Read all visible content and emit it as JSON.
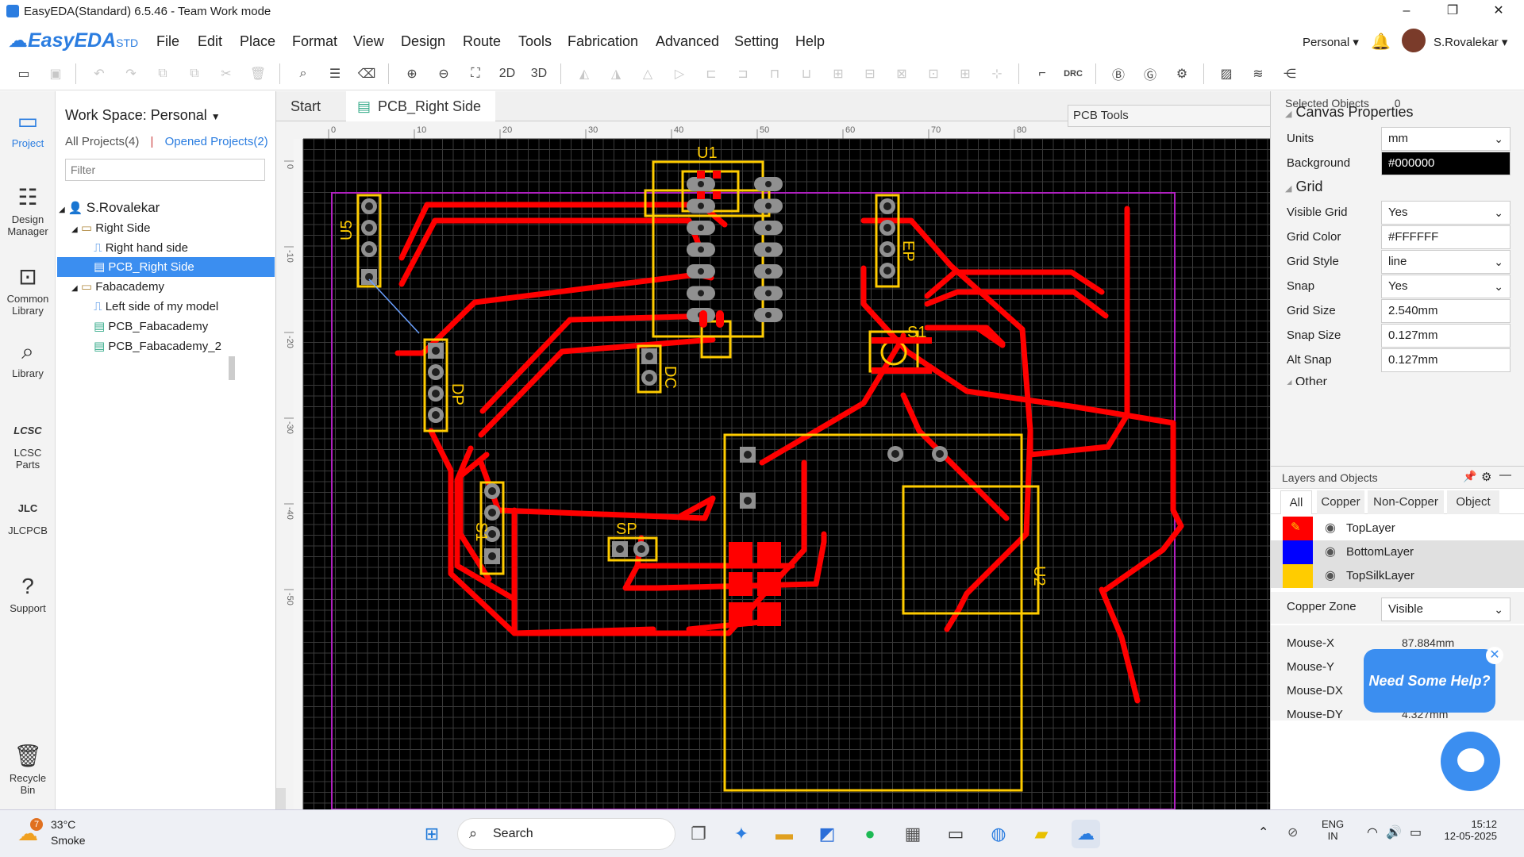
{
  "window": {
    "title": "EasyEDA(Standard) 6.5.46 - Team Work mode",
    "minimize": "–",
    "maximize": "❐",
    "close": "✕"
  },
  "menubar": {
    "logo": "EasyEDA",
    "logo_suffix": "STD",
    "items": [
      "File",
      "Edit",
      "Place",
      "Format",
      "View",
      "Design",
      "Route",
      "Tools",
      "Fabrication",
      "Advanced",
      "Setting",
      "Help"
    ],
    "team": "Personal ▾",
    "user": "S.Rovalekar ▾"
  },
  "toolbar": {
    "label_2d": "2D",
    "label_3d": "3D",
    "label_drc": "DRC"
  },
  "leftbar": [
    {
      "label": "Project",
      "icon": "project-icon"
    },
    {
      "label": "Design Manager",
      "icon": "design-manager-icon"
    },
    {
      "label": "Common Library",
      "icon": "common-library-icon"
    },
    {
      "label": "Library",
      "icon": "library-icon"
    },
    {
      "label": "LCSC Parts",
      "icon": "lcsc-icon"
    },
    {
      "label": "JLCPCB",
      "icon": "jlcpcb-icon"
    },
    {
      "label": "Support",
      "icon": "support-icon"
    },
    {
      "label": "Recycle Bin",
      "icon": "recycle-bin-icon"
    }
  ],
  "project_panel": {
    "workspace": "Work Space: Personal",
    "all_projects": "All Projects(4)",
    "separator": "|",
    "opened_projects": "Opened Projects(2)",
    "filter_placeholder": "Filter",
    "tree": [
      {
        "label": "S.Rovalekar",
        "level": 0,
        "type": "user"
      },
      {
        "label": "Right Side",
        "level": 1,
        "type": "folder"
      },
      {
        "label": "Right hand side",
        "level": 2,
        "type": "schematic"
      },
      {
        "label": "PCB_Right Side",
        "level": 2,
        "type": "pcb",
        "selected": true
      },
      {
        "label": "Fabacademy",
        "level": 1,
        "type": "folder"
      },
      {
        "label": "Left side of my model",
        "level": 2,
        "type": "schematic"
      },
      {
        "label": "PCB_Fabacademy",
        "level": 2,
        "type": "pcb"
      },
      {
        "label": "PCB_Fabacademy_2",
        "level": 2,
        "type": "pcb"
      }
    ]
  },
  "doc_tabs": [
    {
      "label": "Start"
    },
    {
      "label": "PCB_Right Side",
      "active": true
    }
  ],
  "pcb_tools": {
    "title": "PCB Tools"
  },
  "ruler": {
    "top": [
      "0",
      "10",
      "20",
      "30",
      "40",
      "50",
      "60",
      "70",
      "80"
    ],
    "left": [
      "0",
      "-10",
      "-20",
      "-30",
      "-40",
      "-50"
    ]
  },
  "pcb_labels": {
    "u1": "U1",
    "u5": "U5",
    "ep": "EP",
    "s1a": "S1",
    "dp": "DP",
    "dc": "DC",
    "s1b": "S1",
    "sp": "SP",
    "u2": "U2"
  },
  "right_panel": {
    "selected_objects_label": "Selected Objects",
    "selected_objects_value": "0",
    "canvas_properties": "Canvas Properties",
    "fields": [
      {
        "label": "Units",
        "value": "mm",
        "dropdown": true
      },
      {
        "label": "Background",
        "value": "#000000",
        "dropdown": false
      }
    ],
    "grid_section": "Grid",
    "grid_fields": [
      {
        "label": "Visible Grid",
        "value": "Yes",
        "dropdown": true
      },
      {
        "label": "Grid Color",
        "value": "#FFFFFF",
        "dropdown": false
      },
      {
        "label": "Grid Style",
        "value": "line",
        "dropdown": true
      },
      {
        "label": "Snap",
        "value": "Yes",
        "dropdown": true
      },
      {
        "label": "Grid Size",
        "value": "2.540mm",
        "dropdown": false
      },
      {
        "label": "Snap Size",
        "value": "0.127mm",
        "dropdown": false
      },
      {
        "label": "Alt Snap",
        "value": "0.127mm",
        "dropdown": false
      }
    ],
    "other_section": "Other",
    "layers_title": "Layers and Objects",
    "layer_tabs": [
      "All",
      "Copper",
      "Non-Copper",
      "Object"
    ],
    "layers": [
      {
        "name": "TopLayer",
        "color": "#ff0000"
      },
      {
        "name": "BottomLayer",
        "color": "#0000ff"
      },
      {
        "name": "TopSilkLayer",
        "color": "#ffcc00"
      }
    ],
    "copper_zone_label": "Copper Zone",
    "copper_zone_value": "Visible",
    "mouse": [
      {
        "label": "Mouse-X",
        "value": "87.884mm"
      },
      {
        "label": "Mouse-Y",
        "value": ""
      },
      {
        "label": "Mouse-DX",
        "value": ""
      },
      {
        "label": "Mouse-DY",
        "value": "4.327mm"
      }
    ]
  },
  "help": {
    "text": "Need Some Help?",
    "close": "✕"
  },
  "taskbar": {
    "weather_temp": "33°C",
    "weather_desc": "Smoke",
    "weather_badge": "7",
    "search": "Search",
    "lang_top": "ENG",
    "lang_bottom": "IN",
    "time": "15:12",
    "date": "12-05-2025"
  }
}
